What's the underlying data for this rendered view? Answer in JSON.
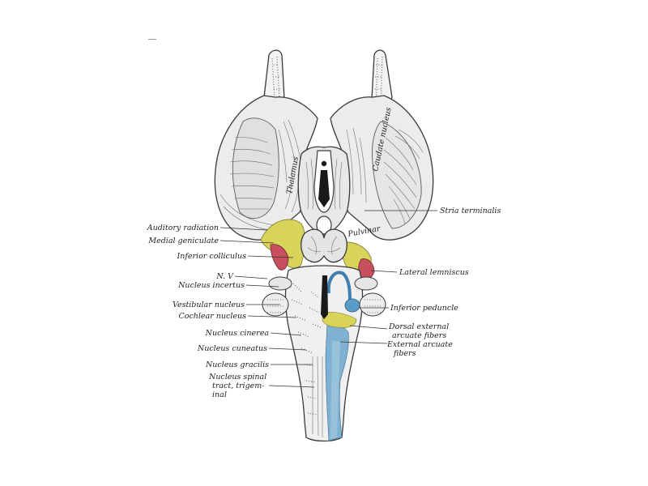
{
  "labels": {
    "auditory_radiation": "Auditory radiation",
    "medial_geniculate": "Medial geniculate",
    "inferior_colliculus": "Inferior colliculus",
    "n_v": "N. V",
    "nucleus_incertus": "Nucleus incertus",
    "vestibular_nucleus": "Vestibular nucleus",
    "cochlear_nucleus": "Cochlear nucleus",
    "nucleus_cinerea": "Nucleus cinerea",
    "nucleus_cuneatus": "Nucleus cuneatus",
    "nucleus_gracilis": "Nucleus gracilis",
    "nucleus_spinal_1": "Nucleus spinal",
    "nucleus_spinal_2": "tract, trigem-",
    "nucleus_spinal_3": "inal",
    "stria_terminalis": "Stria terminalis",
    "lateral_lemniscus": "Lateral lemniscus",
    "inferior_peduncle": "Inferior peduncle",
    "dorsal_external_1": "Dorsal external",
    "dorsal_external_2": "arcuate fibers",
    "external_arcuate_1": "External arcuate",
    "external_arcuate_2": "fibers"
  },
  "inline_text": {
    "caudate_nucleus": "Caudate nucleus",
    "thalamus": "Thalamus",
    "pulvinar": "Pulvinar"
  },
  "colors": {
    "yellow": "#d8d45a",
    "red": "#c8505e",
    "blue": "#5a9cc8",
    "outline": "#3a3a3a"
  }
}
